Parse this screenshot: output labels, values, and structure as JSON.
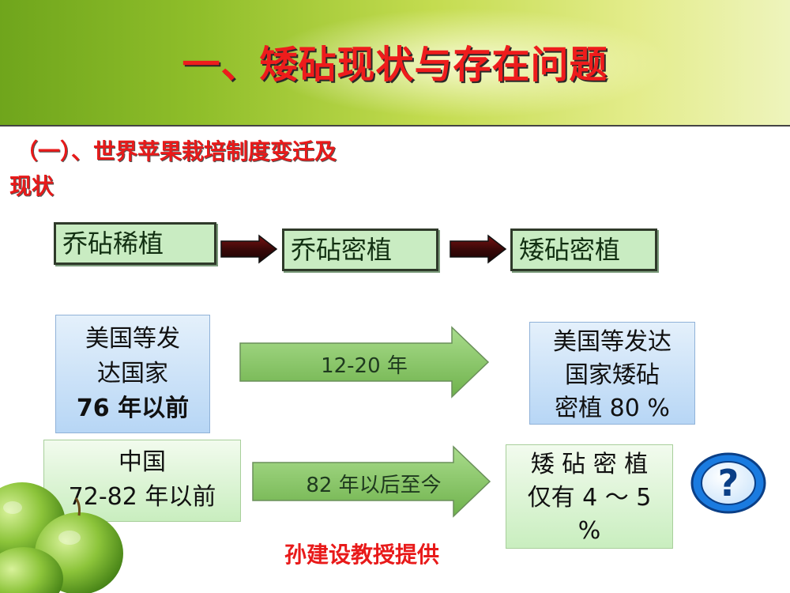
{
  "title": "一、矮砧现状与存在问题",
  "subtitle": {
    "line1": "（一）、世界苹果栽培制度变迁及",
    "line2": "现状"
  },
  "stages": [
    "乔砧稀植",
    "乔砧密植",
    "矮砧密植"
  ],
  "usa": {
    "before": [
      "美国等发",
      "达国家",
      "76 年以前"
    ],
    "period": "12-20 年",
    "after": [
      "美国等发达",
      "国家矮砧",
      "密植 80 %"
    ]
  },
  "china": {
    "before": [
      "中国",
      "72-82 年以前"
    ],
    "period": "82 年以后至今",
    "after": [
      "矮 砧 密 植",
      "仅有 4 ～ 5",
      "%"
    ]
  },
  "credit": "孙建设教授提供",
  "icons": [
    "question-icon",
    "apple-icon"
  ],
  "colors": {
    "title_red": "#ee1c1c",
    "banner_green": "#8fbe2a",
    "box_green": "#c9ecc2",
    "box_blue": "#b7d6f5",
    "arrow_green": "#88c466"
  }
}
